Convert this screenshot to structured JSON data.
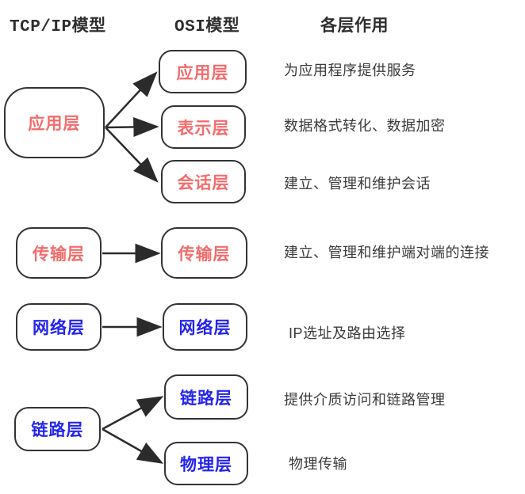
{
  "headers": {
    "tcpip": "TCP/IP模型",
    "osi": "OSI模型",
    "roles": "各层作用"
  },
  "colors": {
    "layer_red": "#f36c6c",
    "layer_blue": "#2424ee",
    "box_border": "#333333",
    "description_text": "#3b3b3b",
    "arrow": "#2b2b2b"
  },
  "tcpip_layers": [
    {
      "label": "应用层",
      "color": "#f36c6c",
      "maps_to": [
        "应用层",
        "表示层",
        "会话层"
      ]
    },
    {
      "label": "传输层",
      "color": "#f36c6c",
      "maps_to": [
        "传输层"
      ]
    },
    {
      "label": "网络层",
      "color": "#2424ee",
      "maps_to": [
        "网络层"
      ]
    },
    {
      "label": "链路层",
      "color": "#2424ee",
      "maps_to": [
        "链路层",
        "物理层"
      ]
    }
  ],
  "osi_layers": [
    {
      "label": "应用层",
      "color": "#f36c6c",
      "role": "为应用程序提供服务"
    },
    {
      "label": "表示层",
      "color": "#f36c6c",
      "role": "数据格式转化、数据加密"
    },
    {
      "label": "会话层",
      "color": "#f36c6c",
      "role": "建立、管理和维护会话"
    },
    {
      "label": "传输层",
      "color": "#f36c6c",
      "role": "建立、管理和维护端对端的连接"
    },
    {
      "label": "网络层",
      "color": "#2424ee",
      "role": "IP选址及路由选择"
    },
    {
      "label": "链路层",
      "color": "#2424ee",
      "role": "提供介质访问和链路管理"
    },
    {
      "label": "物理层",
      "color": "#2424ee",
      "role": "物理传输"
    }
  ]
}
